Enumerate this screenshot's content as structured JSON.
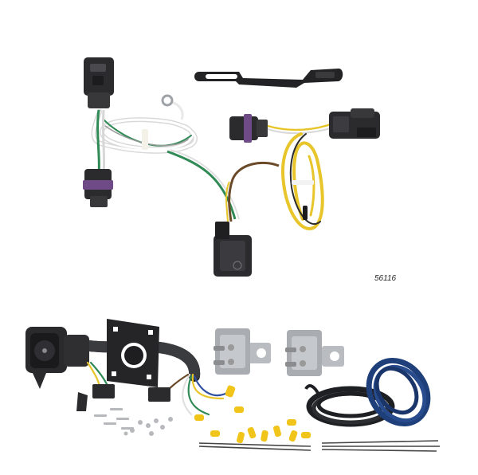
{
  "product": {
    "part_number": "56116"
  },
  "colors": {
    "background": "#ffffff",
    "connector_black": "#2b2b2d",
    "connector_purple": "#6e4b86",
    "wire_white": "#efefef",
    "wire_green": "#2f8a55",
    "wire_yellow": "#e8c52a",
    "wire_brown": "#6b4a2a",
    "cable_blue": "#1f3f7a",
    "cable_black": "#1e1f22",
    "breaker_silver": "#b9bcc0",
    "terminal_yellow": "#f0c419"
  },
  "components": [
    {
      "name": "t-connector-harness",
      "icon": "wiring-harness"
    },
    {
      "name": "mounting-bracket",
      "icon": "bracket"
    },
    {
      "name": "7-way-socket-kit",
      "icon": "trailer-socket"
    },
    {
      "name": "circuit-breakers",
      "icon": "circuit-breaker"
    },
    {
      "name": "power-wire-coils",
      "icon": "cable-coil"
    },
    {
      "name": "hardware-pack",
      "icon": "screws-terminals"
    }
  ]
}
